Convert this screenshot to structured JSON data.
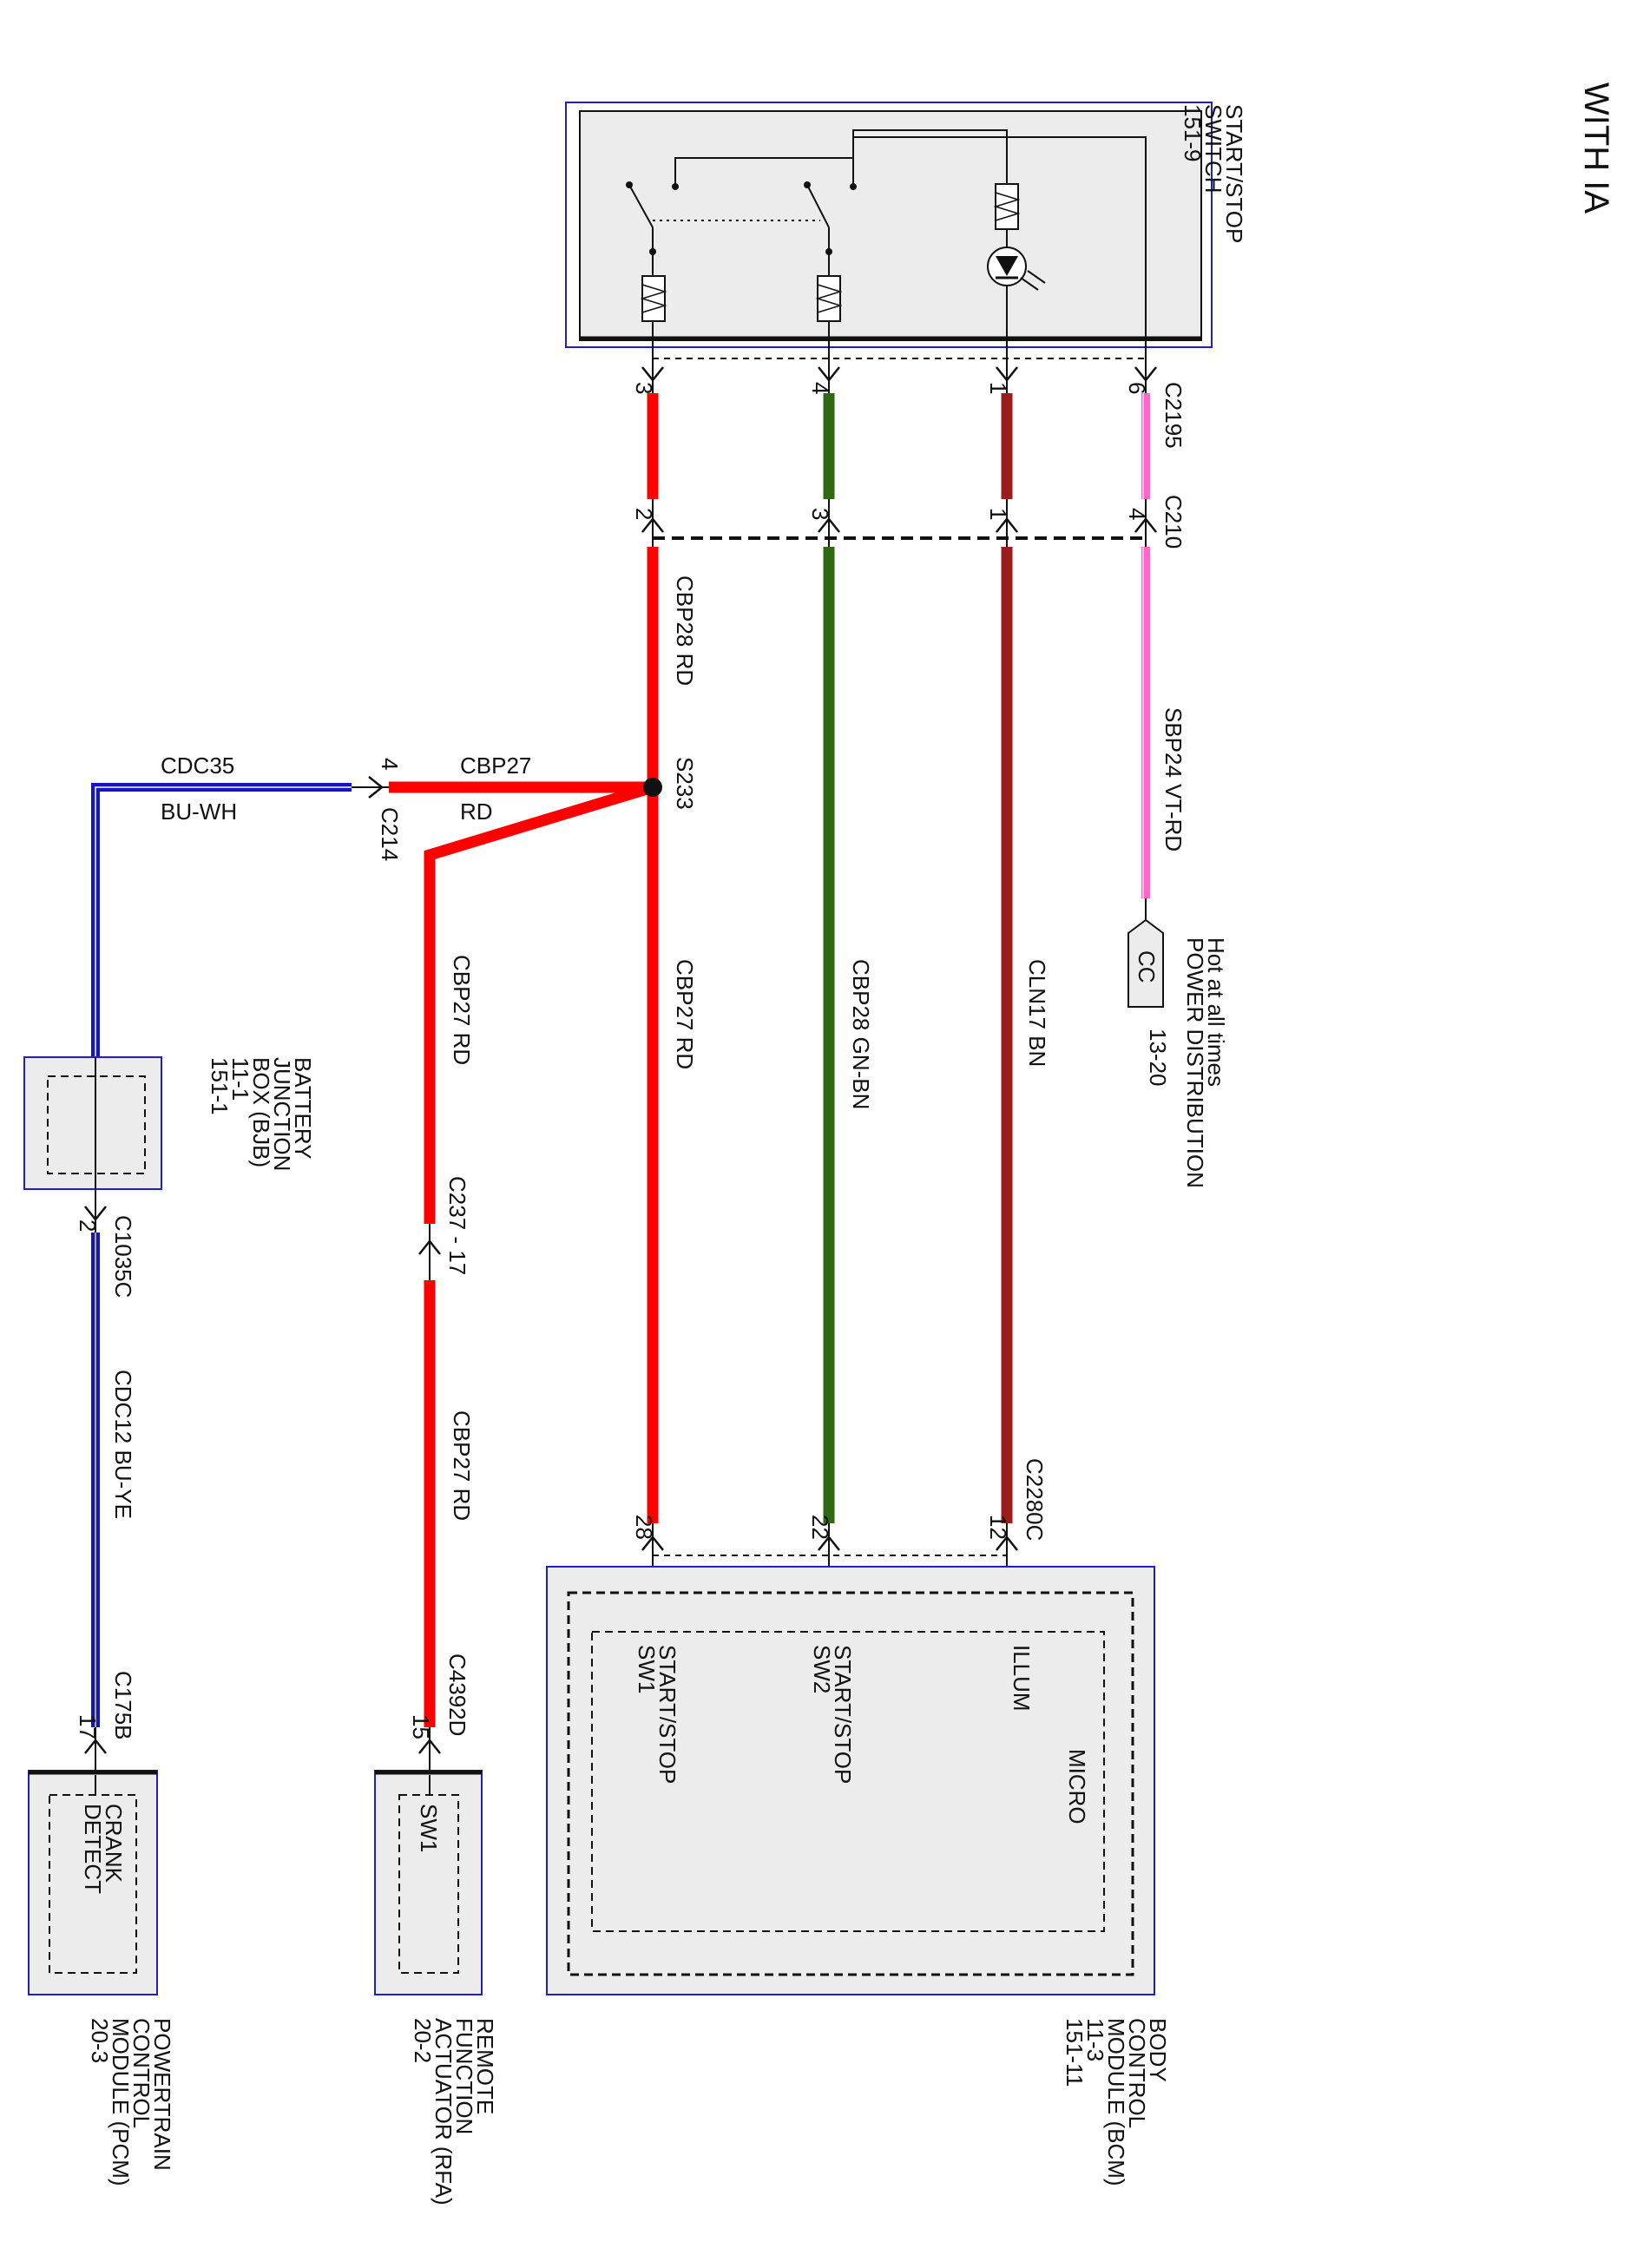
{
  "title": "WITH IA",
  "components": {
    "start_stop_switch": [
      "START/STOP",
      "SWITCH",
      "151-9"
    ],
    "bcm": [
      "BODY",
      "CONTROL",
      "MODULE (BCM)",
      "11-3",
      "151-11"
    ],
    "rfa": [
      "REMOTE",
      "FUNCTION",
      "ACTUATOR (RFA)",
      "20-2"
    ],
    "pcm": [
      "POWERTRAIN",
      "CONTROL",
      "MODULE (PCM)",
      "20-3"
    ],
    "bjb": [
      "BATTERY",
      "JUNCTION",
      "BOX (BJB)",
      "11-1",
      "151-1"
    ],
    "power_dist": [
      "Hot at all times",
      "POWER DISTRIBUTION",
      "13-20"
    ],
    "power_dist_tag": "CC"
  },
  "bcm_pins": {
    "illum": "ILLUM",
    "sw2": [
      "START/STOP",
      "SW2"
    ],
    "sw1": [
      "START/STOP",
      "SW1"
    ],
    "micro": "MICRO"
  },
  "rfa_pin": "SW1",
  "pcm_pin": [
    "CRANK",
    "DETECT"
  ],
  "connectors": {
    "c2195": "C2195",
    "c210": "C210",
    "c214": "C214",
    "c2280c": "C2280C",
    "c237": "C237 - 17",
    "c4392d": "C4392D",
    "c1035c": "C1035C",
    "c175b": "C175B",
    "s233": "S233"
  },
  "pin_numbers": {
    "c2195": [
      "3",
      "4",
      "1",
      "6"
    ],
    "c210": [
      "2",
      "3",
      "1",
      "4"
    ],
    "c2280c": [
      "28",
      "22",
      "12"
    ],
    "c214": "4",
    "c4392d": "15",
    "c1035c": "2",
    "c175b": "17"
  },
  "wires": {
    "cbp28_top": "CBP28 RD",
    "sbp24": "SBP24 VT-RD",
    "cbp27_main": "CBP27 RD",
    "cbp28_gnbn": "CBP28 GN-BN",
    "cln17": "CLN17 BN",
    "cbp27_branch_a": "CBP27 RD",
    "cbp27_branch_b": "CBP27 RD",
    "cbp27_horiz_top": "CBP27",
    "cbp27_horiz_bot": "RD",
    "cdc35_top": "CDC35",
    "cdc35_bot": "BU-WH",
    "cdc12": "CDC12 BU-YE"
  },
  "colors": {
    "red": "#ff0000",
    "green": "#2f6a12",
    "brown": "#9c1c1c",
    "pink": "#ff66cc",
    "blue": "#1414c8",
    "box_border": "#2020c0",
    "box_fill": "#ececec"
  }
}
